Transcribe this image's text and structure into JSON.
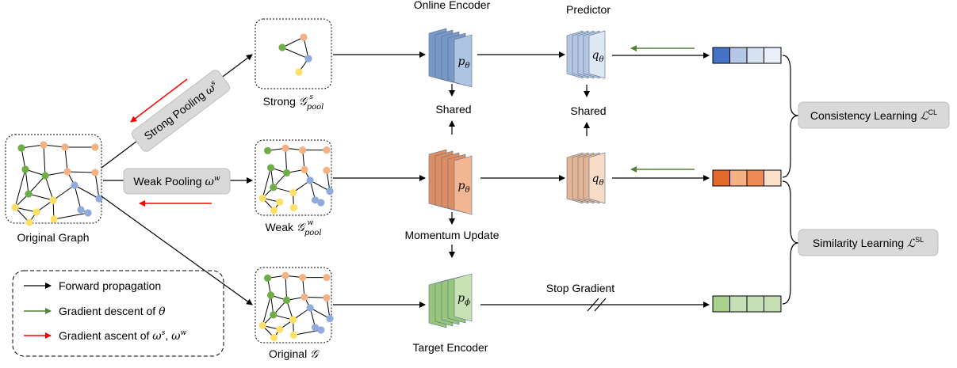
{
  "labels": {
    "online_encoder": "Online Encoder",
    "predictor": "Predictor",
    "shared_top": "Shared",
    "shared_right": "Shared",
    "momentum_update": "Momentum Update",
    "target_encoder": "Target Encoder",
    "stop_gradient": "Stop Gradient",
    "original_graph": "Original Graph",
    "strong_prefix": "Strong ",
    "weak_prefix": "Weak ",
    "original_prefix": "Original ",
    "strong_pooling": "Strong Pooling ",
    "weak_pooling": "Weak Pooling ",
    "consistency": "Consistency Learning ",
    "similarity": "Similarity Learning ",
    "legend_forward": "Forward propagation",
    "legend_descent": "Gradient descent of ",
    "legend_ascent": "Gradient ascent of "
  },
  "math": {
    "G": "𝒢",
    "pool": "pool",
    "s": "s",
    "w": "w",
    "omega": "ω",
    "theta": "θ",
    "p": "p",
    "q": "q",
    "phi": "ϕ",
    "L": "ℒ",
    "CL": "CL",
    "SL": "SL",
    "comma": ", "
  },
  "colors": {
    "online": "#aec4e3",
    "online_dark": "#7898c8",
    "predictor": "#dfe8f5",
    "predictor_dark": "#b4c6e2",
    "weak_enc": "#f4b592",
    "weak_enc_dark": "#de8c62",
    "weak_pred": "#f8dcc8",
    "weak_pred_dark": "#e4b594",
    "target": "#c9e2b4",
    "target_dark": "#98c67a",
    "gray_box": "#d9d9d9",
    "green_arrow": "#548235",
    "red_arrow": "#ff0000",
    "node_green": "#70ad47",
    "node_orange": "#f4b183",
    "node_yellow": "#ffe066",
    "node_blue": "#8faadc"
  },
  "embeddings": {
    "strong": [
      "#4472c4",
      "#b4c7e7",
      "#d6e1f2",
      "#e9eff8"
    ],
    "weak": [
      "#e26b2c",
      "#f4b183",
      "#f08a54",
      "#fbe0cc"
    ],
    "target": [
      "#a9d18e",
      "#c5e0b4",
      "#c5e0b4",
      "#c5e0b4"
    ]
  }
}
